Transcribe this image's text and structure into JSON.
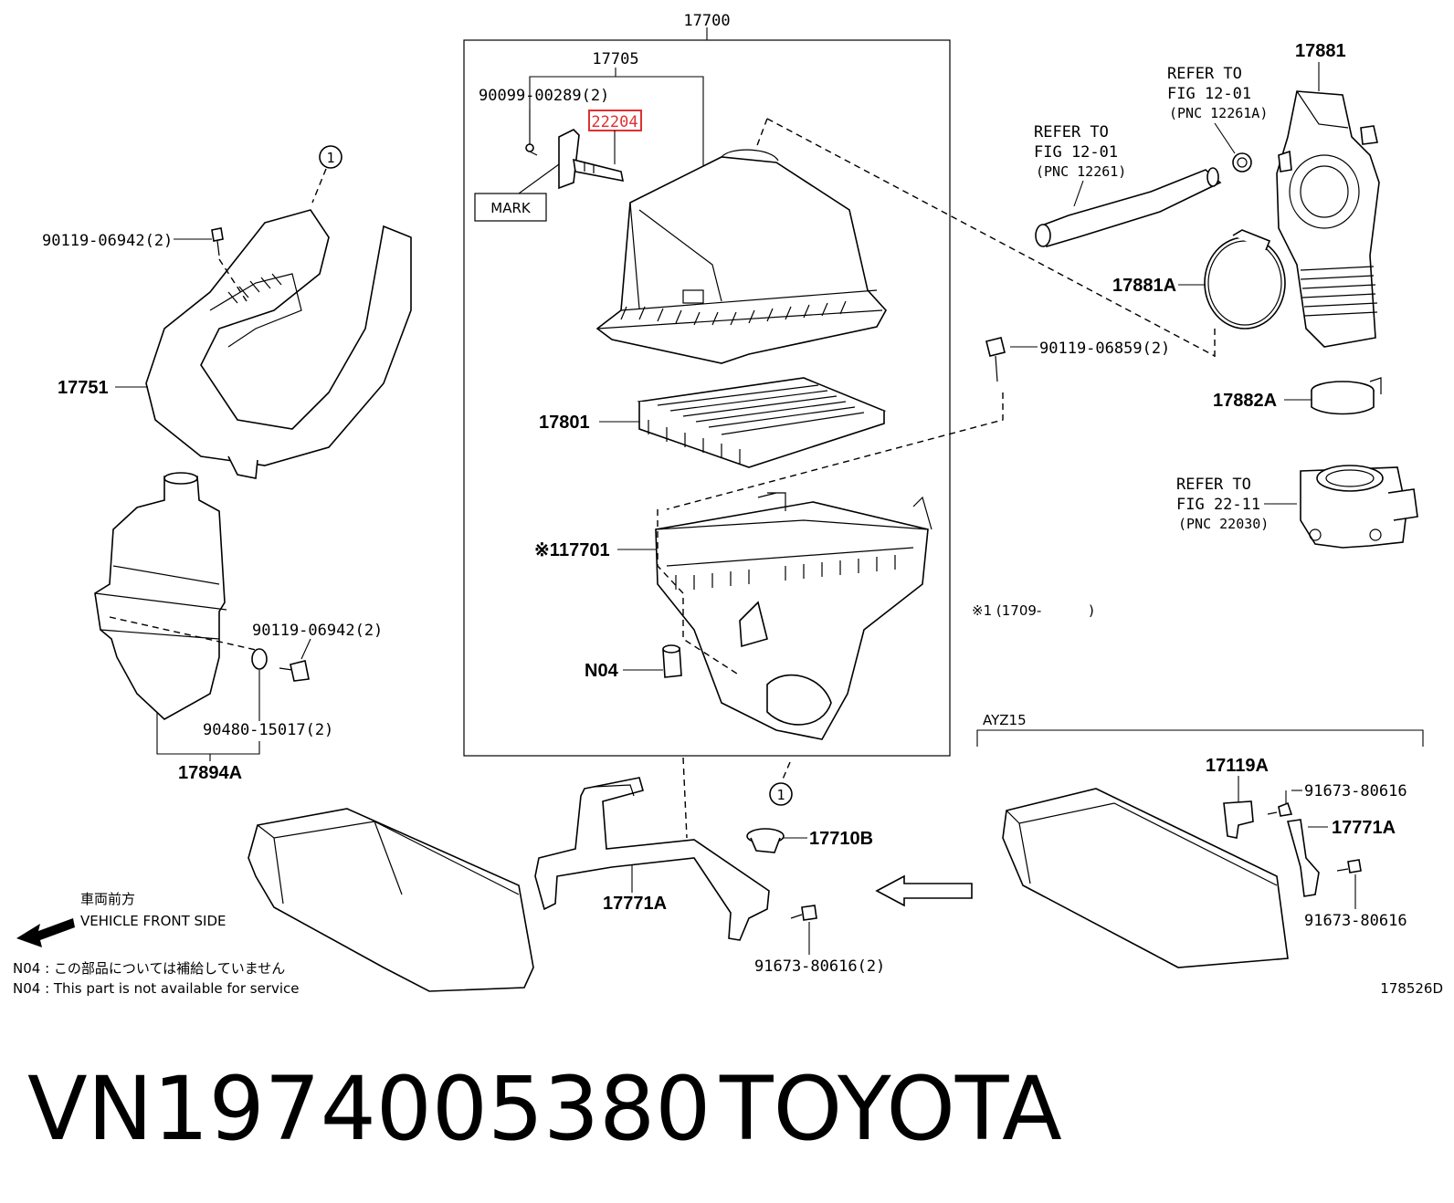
{
  "diagram": {
    "labels": {
      "assy_17700": "17700",
      "cap_17705": "17705",
      "screw_90099": "90099-00289(2)",
      "sensor_22204": "22204",
      "mark": "MARK",
      "circle_ref": "1",
      "bolt_90119_06942_top": "90119-06942(2)",
      "duct_17751": "17751",
      "element_17801": "17801",
      "case_17701": "17701",
      "case_17701_prefix": "※1",
      "n04": "N04",
      "tank_bolt_90119_06942": "90119-06942(2)",
      "grommet_90480": "90480-15017(2)",
      "tank_17894a": "17894A",
      "refer_fig_12_01_a_l1": "REFER TO",
      "refer_fig_12_01_a_l2": "FIG 12-01",
      "refer_fig_12_01_a_l3": "(PNC 12261A)",
      "refer_fig_12_01_b_l1": "REFER TO",
      "refer_fig_12_01_b_l2": "FIG 12-01",
      "refer_fig_12_01_b_l3": "(PNC 12261)",
      "hose_17881": "17881",
      "clamp_17881a": "17881A",
      "bolt_90119_06859": "90119-06859(2)",
      "clamp_17882a": "17882A",
      "refer_fig_22_11_l1": "REFER TO",
      "refer_fig_22_11_l2": "FIG 22-11",
      "refer_fig_22_11_l3": "(PNC 22030)",
      "note_1709": "※1 (1709-",
      "note_1709_close": ")",
      "ayz15": "AYZ15",
      "bracket_17119a": "17119A",
      "bolt_91673_a": "91673-80616",
      "bracket_17771a_r": "17771A",
      "bolt_91673_b": "91673-80616",
      "cushion_17710b": "17710B",
      "bracket_17771a": "17771A",
      "bolt_91673_2": "91673-80616(2)",
      "front_jp": "車両前方",
      "front_en": "VEHICLE FRONT SIDE",
      "n04_note_jp": "N04 : この部品については補給していません",
      "n04_note_en": "N04 : This part is not available for service",
      "diagram_code": "178526D"
    },
    "highlight_color": "#e03030"
  },
  "caption": {
    "part_number": "VN1974005380",
    "brand": "TOYOTA"
  }
}
